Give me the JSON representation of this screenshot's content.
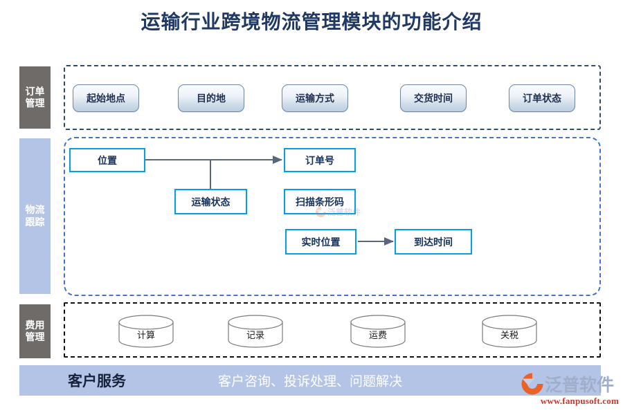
{
  "title": "运输行业跨境物流管理模块的功能介绍",
  "colors": {
    "title_text": "#1F3864",
    "side_label_gray": "#6E6B68",
    "side_label_blue": "#B4C4E6",
    "flow_box_border": "#00A0E9",
    "pill_border": "#6C86A4",
    "track_dash_border": "#4472C4",
    "order_dash_border": "#2E4B6B",
    "fee_dash_border": "#111111",
    "footer_bar": "#B4C4E6",
    "logo_url_red": "#D0342C"
  },
  "sections": [
    {
      "id": "order-management",
      "label": "订单管理",
      "label_lines": [
        "订单",
        "管理"
      ],
      "label_style": "gray",
      "items": [
        {
          "label": "起始地点"
        },
        {
          "label": "目的地"
        },
        {
          "label": "运输方式"
        },
        {
          "label": "交货时间"
        },
        {
          "label": "订单状态"
        }
      ]
    },
    {
      "id": "logistics-tracking",
      "label": "物流跟踪",
      "label_lines": [
        "物流",
        "跟踪"
      ],
      "label_style": "blue",
      "items": [
        {
          "label": "位置"
        },
        {
          "label": "运输状态"
        },
        {
          "label": "订单号"
        },
        {
          "label": "扫描条形码"
        },
        {
          "label": "实时位置"
        },
        {
          "label": "到达时间"
        }
      ],
      "connections": [
        {
          "from": "位置",
          "to": "订单号",
          "arrow": true
        },
        {
          "from": "位置",
          "to": "运输状态",
          "arrow": false
        },
        {
          "from": "实时位置",
          "to": "到达时间",
          "arrow": true
        }
      ]
    },
    {
      "id": "fee-management",
      "label": "费用管理",
      "label_lines": [
        "费用",
        "管理"
      ],
      "label_style": "gray",
      "items": [
        {
          "label": "计算"
        },
        {
          "label": "记录"
        },
        {
          "label": "运费"
        },
        {
          "label": "关税"
        }
      ]
    }
  ],
  "footer": {
    "title": "客户服务",
    "subtitle": "客户咨询、投诉处理、问题解决"
  },
  "logo": {
    "name": "泛普软件",
    "url": "www.fanpusoft.com",
    "mark": "swoosh-circle-icon"
  }
}
